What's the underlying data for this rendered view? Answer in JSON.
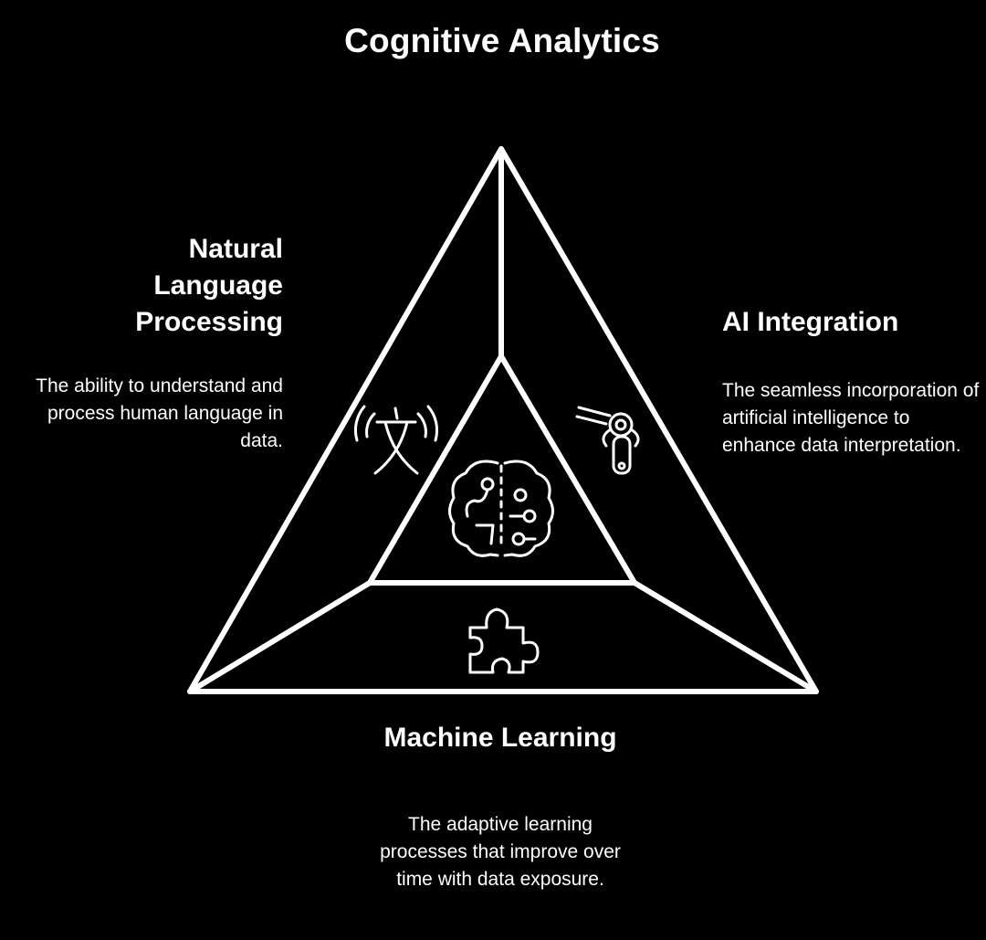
{
  "title": "Cognitive Analytics",
  "colors": {
    "background": "#000000",
    "foreground": "#ffffff"
  },
  "segments": {
    "nlp": {
      "heading": "Natural Language Processing",
      "description": "The ability to understand and process human language in data.",
      "icon": "translate-icon"
    },
    "ai": {
      "heading": "AI Integration",
      "description": "The seamless incorporation of artificial intelligence to enhance data interpretation.",
      "icon": "robot-arm-icon"
    },
    "ml": {
      "heading": "Machine Learning",
      "description": "The adaptive learning processes that improve over time with data exposure.",
      "icon": "puzzle-icon"
    },
    "core": {
      "icon": "brain-icon"
    }
  }
}
